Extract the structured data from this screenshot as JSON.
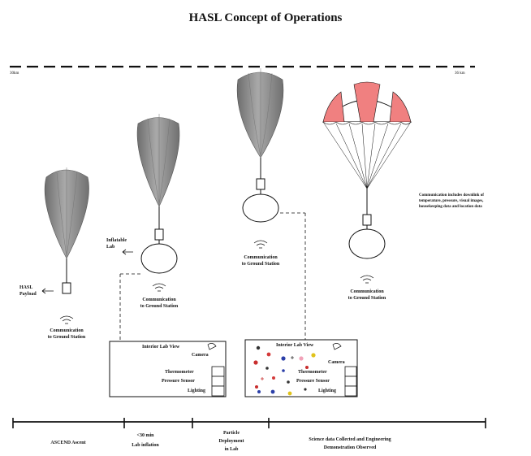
{
  "title": "HASL Concept of Operations",
  "altitude": {
    "left_label": "30km",
    "right_label": "36 km"
  },
  "stages": [
    {
      "payload_label": "HASL\nPayload",
      "comm_label": "Communication\nto Ground Station"
    },
    {
      "payload_label": "Inflatable\nLab",
      "comm_label": "Communication\nto Ground Station"
    },
    {
      "payload_label": "",
      "comm_label": "Communication\nto Ground Station"
    },
    {
      "payload_label": "",
      "comm_label": "Communication\nto Ground Station"
    }
  ],
  "side_note": "Communication includes downlink of\ntemperature, pressure, visual images,\nhousekeeping data and location data",
  "interior_boxes": [
    {
      "title": "Interior Lab View",
      "camera": "Camera",
      "sensors": [
        "Thermometer",
        "Pressure Sensor",
        "Lighting"
      ],
      "particles": false
    },
    {
      "title": "Interior Lab View",
      "camera": "Camera",
      "sensors": [
        "Thermometer",
        "Pressure Sensor",
        "Lighting"
      ],
      "particles": true
    }
  ],
  "timeline": [
    {
      "label": "ASCEND    Ascent"
    },
    {
      "label": "<30 min\nLab inflation"
    },
    {
      "label": "Particle\nDeployment\nin Lab"
    },
    {
      "label": "Science data Collected and Engineering\nDemonstration Observed"
    }
  ],
  "colors": {
    "balloon": "#8a8a8a",
    "parachute_red": "#f08080",
    "line": "#111111"
  },
  "icons": [
    "antenna-icon",
    "arrow-left-icon",
    "camera-icon"
  ]
}
